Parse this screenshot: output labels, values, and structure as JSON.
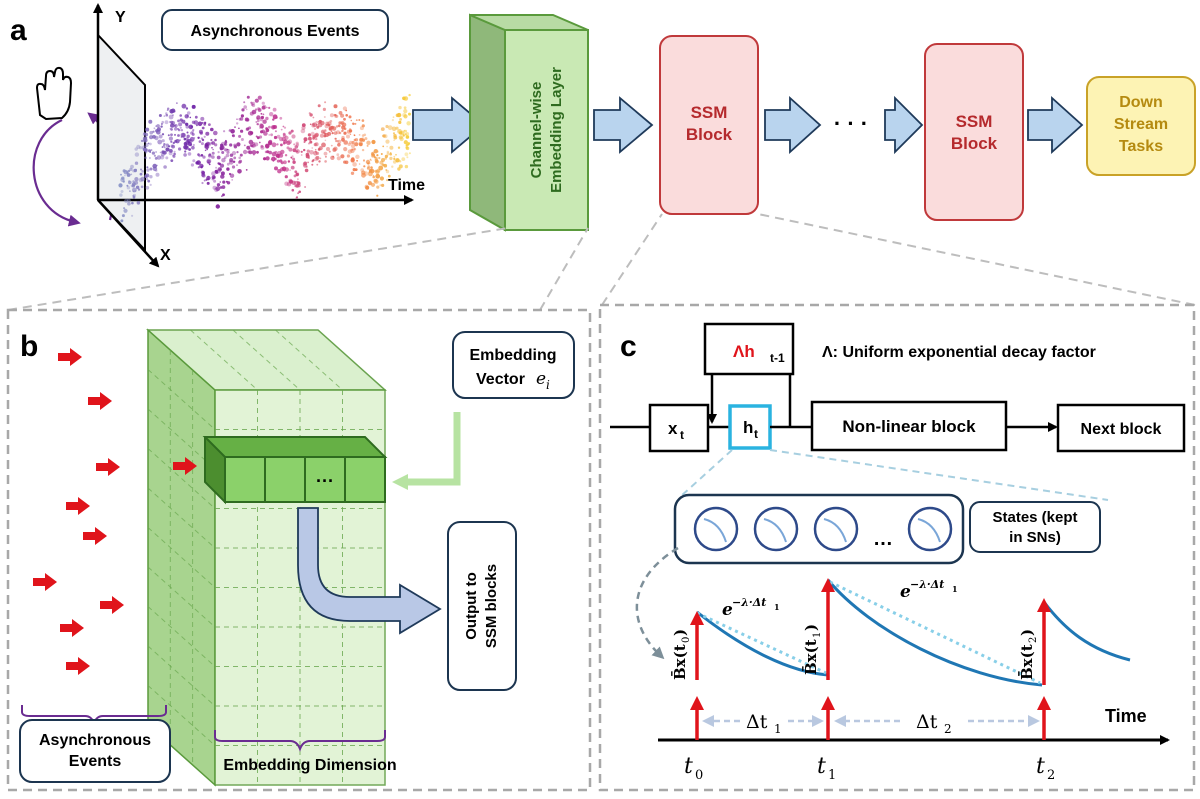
{
  "panel_a": {
    "letter": "a",
    "axis_y": "Y",
    "axis_x": "X",
    "axis_time": "Time",
    "async_events_label": "Asynchronous Events",
    "embedding_layer_line1": "Channel-wise",
    "embedding_layer_line2": "Embedding Layer",
    "ssm_block_1_line1": "SSM",
    "ssm_block_1_line2": "Block",
    "ellipsis": "· · ·",
    "ssm_block_2_line1": "SSM",
    "ssm_block_2_line2": "Block",
    "downstream_line1": "Down",
    "downstream_line2": "Stream",
    "downstream_line3": "Tasks"
  },
  "panel_b": {
    "letter": "b",
    "embedding_vector_line1": "Embedding",
    "embedding_vector_line2": "Vector",
    "embedding_vector_symbol": "e",
    "embedding_vector_subscript": "i",
    "cell_ellipsis": "···",
    "output_line1": "Output to",
    "output_line2": "SSM blocks",
    "async_events_line1": "Asynchronous",
    "async_events_line2": "Events",
    "embedding_dimension": "Embedding Dimension"
  },
  "panel_c": {
    "letter": "c",
    "decay_box": "Λh",
    "decay_box_sub": "t-1",
    "decay_desc": "Λ: Uniform exponential decay factor",
    "xt": "x",
    "xt_sub": "t",
    "ht": "h",
    "ht_sub": "t",
    "nonlinear": "Non-linear block",
    "next_block": "Next block",
    "states_line1": "States (kept",
    "states_line2": "in SNs)",
    "neuron_ellipsis": "…",
    "decay_formula_1": "e",
    "decay_formula_1_sup": "−λ·Δt",
    "decay_formula_1_sub": "1",
    "decay_formula_2": "e",
    "decay_formula_2_sup": "−λ·Δt",
    "decay_formula_2_sub": "1",
    "bx0": "B̄x(t",
    "bx0_sub": "0",
    "bx1": "B̄x(t",
    "bx1_sub": "1",
    "bx2": "B̄x(t",
    "bx2_sub": "2",
    "delta1": "Δt",
    "delta1_sub": "1",
    "delta2": "Δt",
    "delta2_sub": "2",
    "time": "Time",
    "t0": "t",
    "t0_sub": "0",
    "t1": "t",
    "t1_sub": "1",
    "t2": "t",
    "t2_sub": "2"
  },
  "colors": {
    "green_fill": "#c9e9b4",
    "green_stroke": "#5a9a3c",
    "red_fill": "#fadcdc",
    "red_stroke": "#c0393b",
    "yellow_fill": "#fdf3b4",
    "yellow_stroke": "#c9a227",
    "arrow_fill": "#b9d4ee",
    "arrow_stroke": "#1f3a5a",
    "navy": "#1c3550",
    "cyan": "#2ab3e0",
    "red_arrow": "#e0141b",
    "decay_curve": "#1f77b4"
  }
}
